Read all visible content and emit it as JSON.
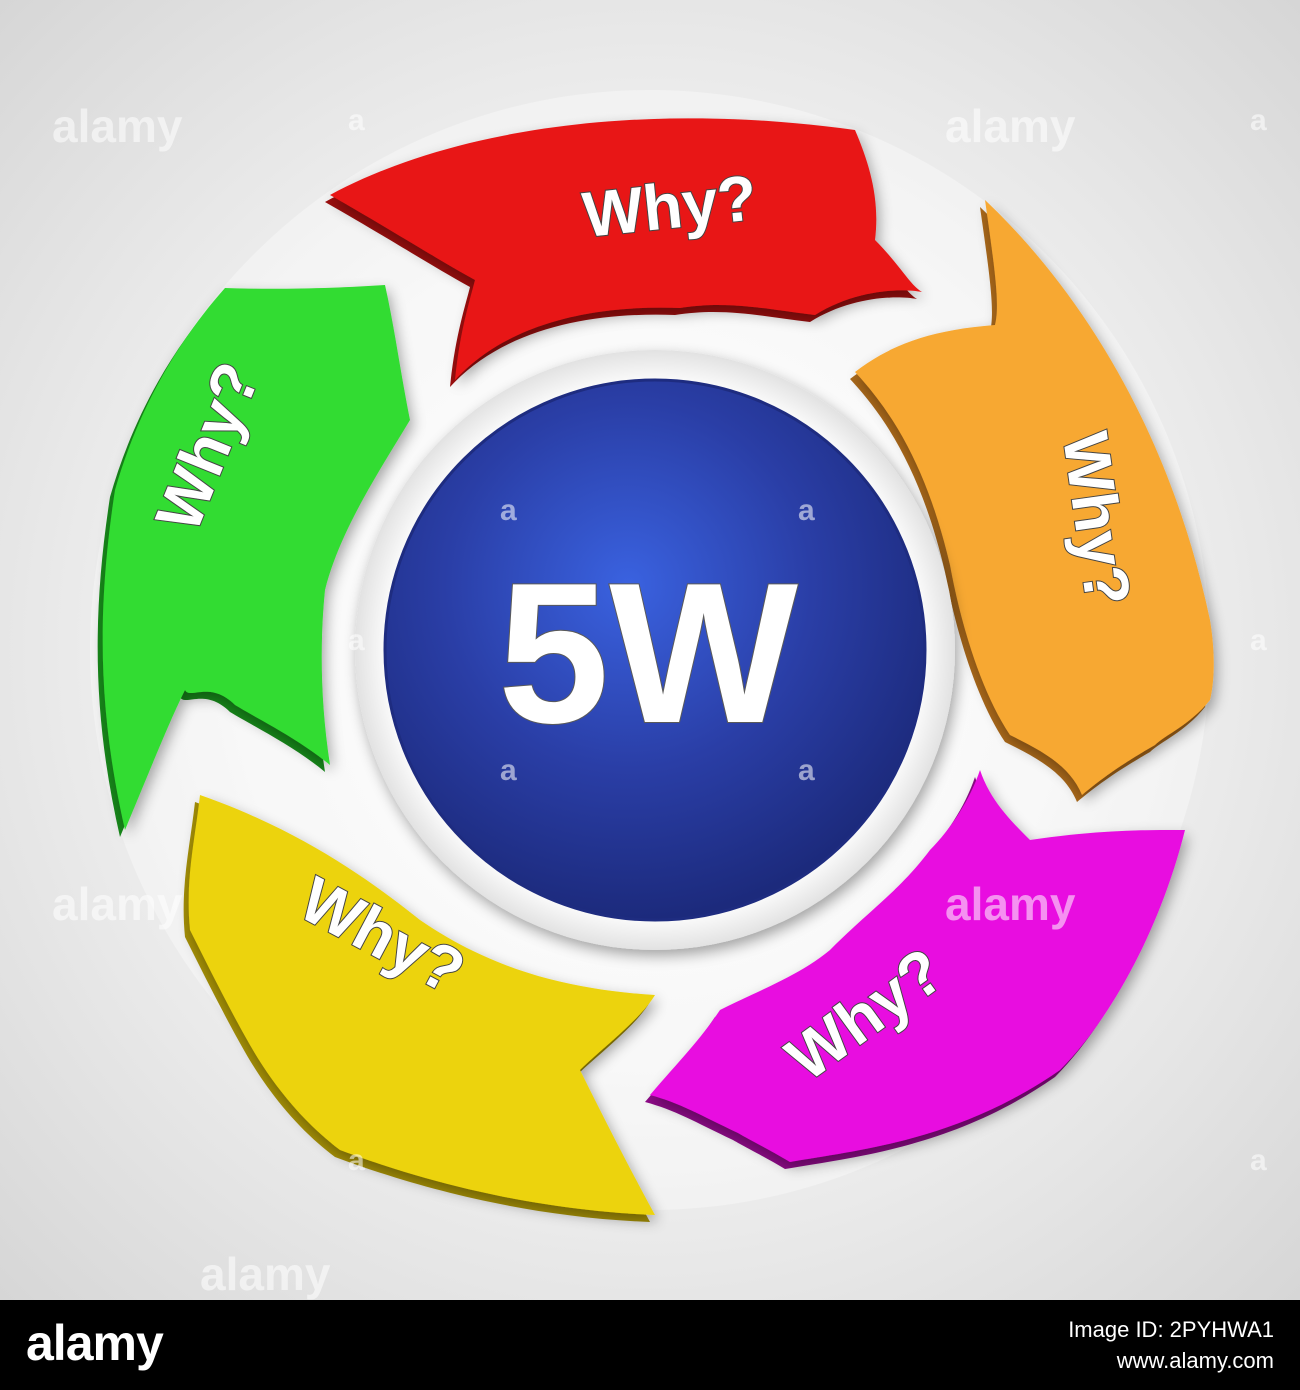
{
  "diagram": {
    "center_label": "5W",
    "segments": [
      {
        "label": "Why?",
        "color": "#e81919",
        "dark": "#9a0e0e"
      },
      {
        "label": "Why?",
        "color": "#f7a832",
        "dark": "#a9681a"
      },
      {
        "label": "Why?",
        "color": "#e80ee0",
        "dark": "#8d0a87"
      },
      {
        "label": "Why?",
        "color": "#ecd30a",
        "dark": "#a48f06"
      },
      {
        "label": "Why?",
        "color": "#32dc32",
        "dark": "#17881a"
      }
    ],
    "center_colors": {
      "light": "#3a62e0",
      "mid": "#2a3ea6",
      "dark": "#1c2a7c"
    }
  },
  "watermark": {
    "text": "alamy",
    "letter": "a"
  },
  "footer": {
    "logo": "alamy",
    "image_id_label": "Image ID: 2PYHWA1",
    "url": "www.alamy.com"
  }
}
